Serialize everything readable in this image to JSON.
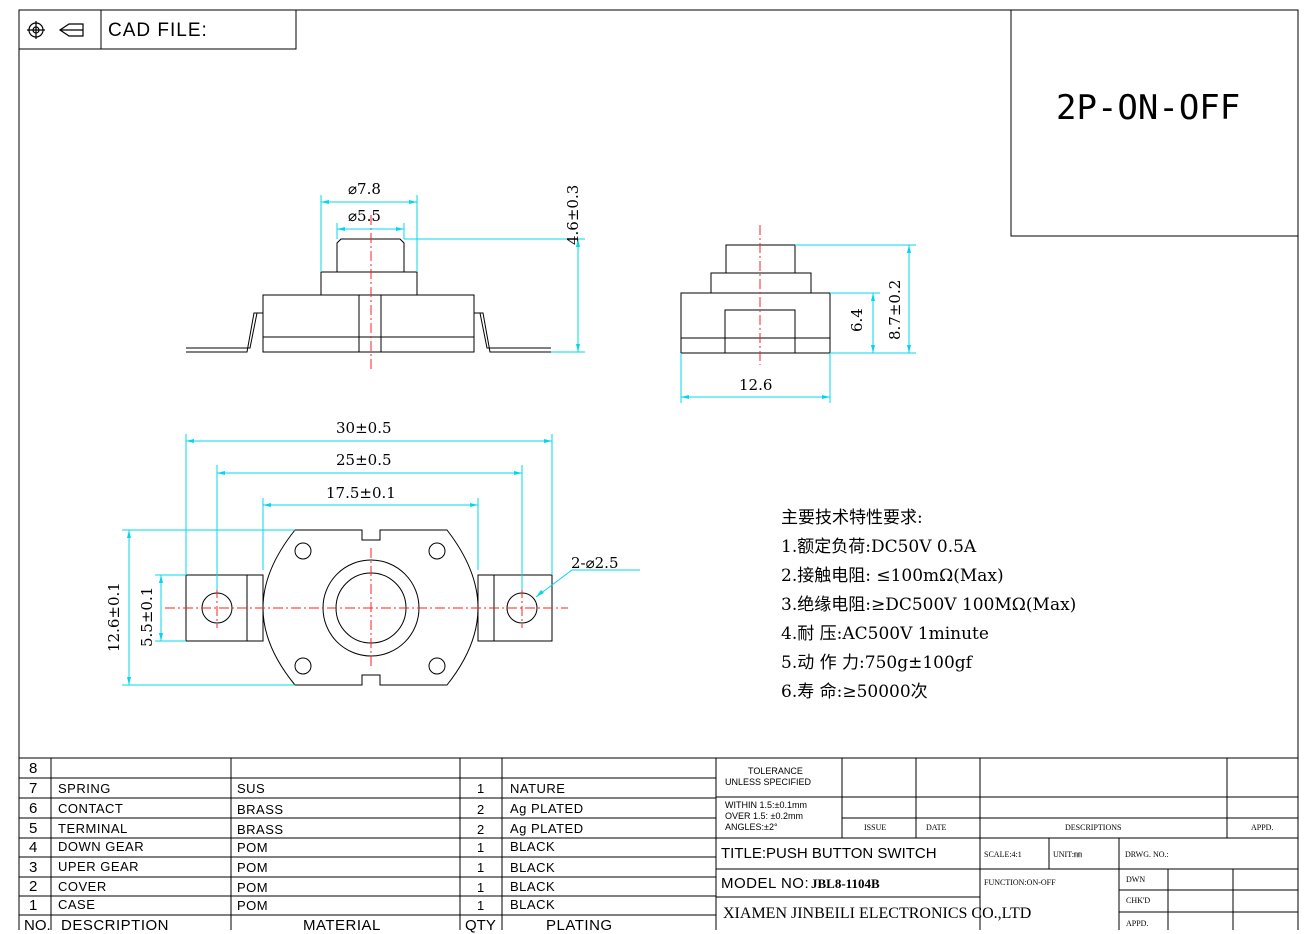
{
  "header": {
    "cad_label": "CAD FILE:",
    "icons": [
      "target-crosshair-icon",
      "projection-cone-icon"
    ],
    "model_code": "2P-ON-OFF"
  },
  "dimensions": {
    "top_outer_dia": "⌀7.8",
    "top_inner_dia": "⌀5.5",
    "top_height": "4.6±0.3",
    "side_inner_height": "6.4",
    "side_total_height": "8.7±0.2",
    "side_width": "12.6",
    "bottom_total_width": "30±0.5",
    "bottom_hole_span": "25±0.5",
    "bottom_body_width": "17.5±0.1",
    "bottom_height": "12.6±0.1",
    "bottom_tab_height": "5.5±0.1",
    "hole_note": "2-⌀2.5"
  },
  "specs": {
    "title": "主要技术特性要求:",
    "items": [
      "1.额定负荷:DC50V 0.5A",
      "2.接触电阻: ≤100mΩ(Max)",
      "3.绝缘电阻:≥DC500V 100MΩ(Max)",
      "4.耐 压:AC500V 1minute",
      "5.动 作 力:750g±100gf",
      "6.寿 命:≥50000次"
    ]
  },
  "bom": {
    "rows": [
      {
        "no": "8",
        "description": "",
        "material": "",
        "qty": "",
        "plating": ""
      },
      {
        "no": "7",
        "description": "SPRING",
        "material": "SUS",
        "qty": "1",
        "plating": "NATURE"
      },
      {
        "no": "6",
        "description": "CONTACT",
        "material": "BRASS",
        "qty": "2",
        "plating": "Ag PLATED"
      },
      {
        "no": "5",
        "description": "TERMINAL",
        "material": "BRASS",
        "qty": "2",
        "plating": "Ag PLATED"
      },
      {
        "no": "4",
        "description": "DOWN GEAR",
        "material": "POM",
        "qty": "1",
        "plating": "BLACK"
      },
      {
        "no": "3",
        "description": "UPER GEAR",
        "material": "POM",
        "qty": "1",
        "plating": "BLACK"
      },
      {
        "no": "2",
        "description": "COVER",
        "material": "POM",
        "qty": "1",
        "plating": "BLACK"
      },
      {
        "no": "1",
        "description": "CASE",
        "material": "POM",
        "qty": "1",
        "plating": "BLACK"
      }
    ],
    "headers": {
      "no": "NO.",
      "description": "DESCRIPTION",
      "material": "MATERIAL",
      "qty": "QTY",
      "plating": "PLATING"
    }
  },
  "title_block": {
    "tolerance_l1": "TOLERANCE",
    "tolerance_l2": "UNLESS SPECIFIED",
    "within": "WITHIN 1.5:±0.1mm",
    "over": "OVER 1.5: ±0.2mm",
    "angles": "ANGLES:±2°",
    "issue": "ISSUE",
    "date": "DATE",
    "descriptions": "DESCRIPTIONS",
    "appd_header": "APPD.",
    "title": "TITLE:PUSH BUTTON SWITCH",
    "scale": "SCALE:4:1",
    "unit": "UNIT:㎜",
    "drwg_no": "DRWG. NO.:",
    "model_label": "MODEL NO:",
    "model_value": "JBL8-1104B",
    "function": "FUNCTION:ON-OFF",
    "dwn": "DWN",
    "chkd": "CHK'D",
    "appd": "APPD.",
    "company": "XIAMEN JINBEILI ELECTRONICS CO.,LTD"
  },
  "colors": {
    "outline": "#000000",
    "dimension": "#00d8e8",
    "centerline": "#ff2020"
  }
}
